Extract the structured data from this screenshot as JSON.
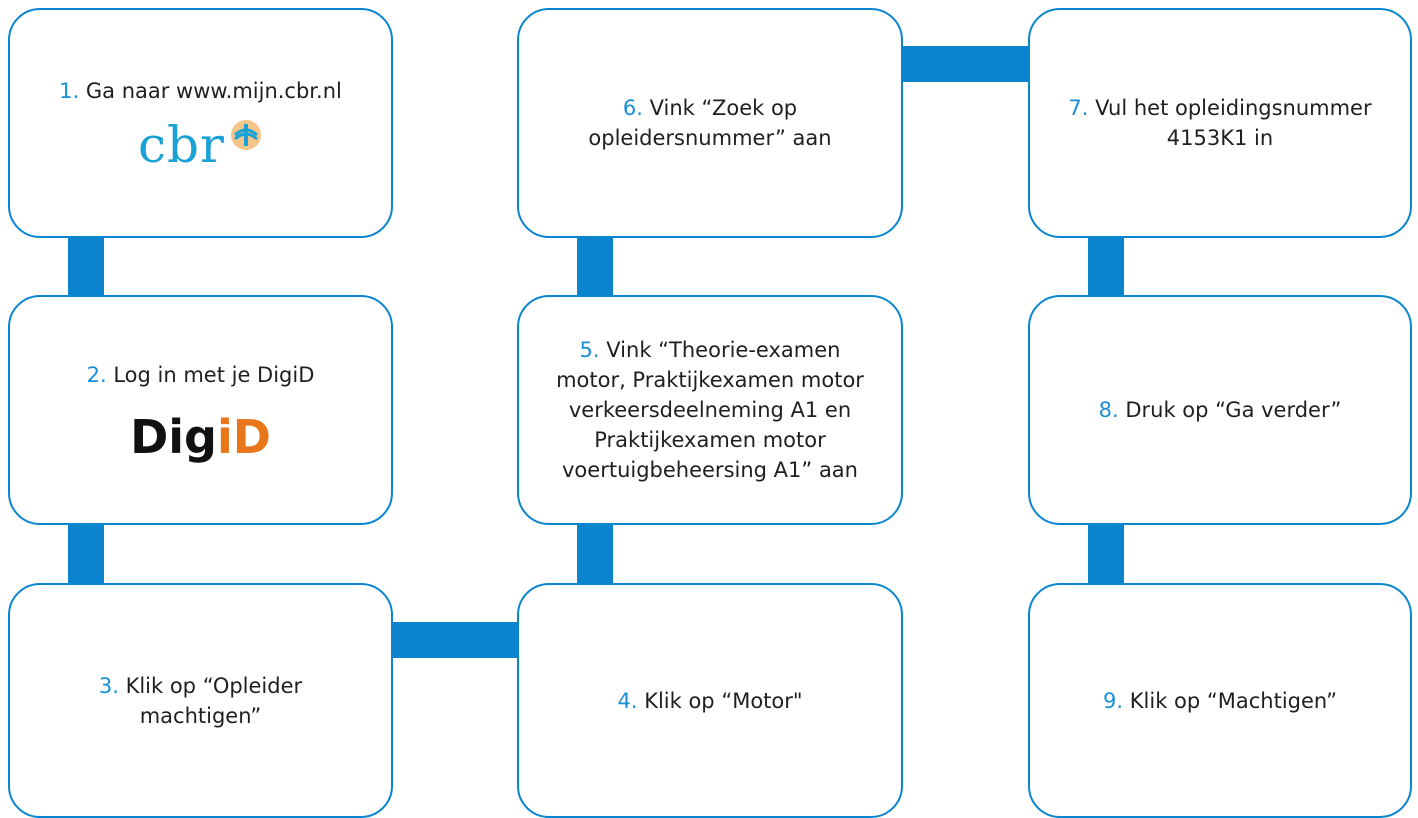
{
  "steps": [
    {
      "num": "1.",
      "text": "Ga naar www.mijn.cbr.nl",
      "logo": "cbr"
    },
    {
      "num": "2.",
      "text": "Log in met je DigiD",
      "logo": "DigiD"
    },
    {
      "num": "3.",
      "text": "Klik op “Opleider machtigen”"
    },
    {
      "num": "4.",
      "text": "Klik op “Motor\""
    },
    {
      "num": "5.",
      "text": "Vink “Theorie-examen motor, Praktijkexamen motor verkeersdeelneming A1 en Praktijkexamen motor voertuigbeheersing A1” aan"
    },
    {
      "num": "6.",
      "text": "Vink “Zoek op opleidersnummer” aan"
    },
    {
      "num": "7.",
      "text": "Vul het opleidingsnummer 4153K1 in"
    },
    {
      "num": "8.",
      "text": "Druk op “Ga verder”"
    },
    {
      "num": "9.",
      "text": "Klik op “Machtigen”"
    }
  ],
  "logos": {
    "cbr_text": "cbr",
    "digid_part1": "Dig",
    "digid_part2": "iD"
  },
  "colors": {
    "connector": "#0a84cc",
    "border": "#0a86d0",
    "number": "#1a8fd6",
    "cbr_logo": "#1aa1d6",
    "digid_accent": "#e8761a"
  }
}
